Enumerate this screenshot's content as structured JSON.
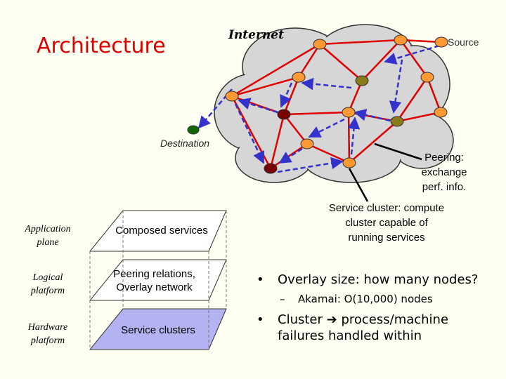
{
  "title": "Architecture",
  "cloud_label": "Internet",
  "source_label": "Source",
  "destination_label": "Destination",
  "peering_note": [
    "Peering:",
    "exchange",
    "perf. info."
  ],
  "cluster_note": [
    "Service cluster: compute",
    "cluster capable of",
    "running services"
  ],
  "layers": [
    {
      "side": "Application plane",
      "label": "Composed services",
      "fill": "#ffffff"
    },
    {
      "side": "Logical platform",
      "label": "Peering relations, Overlay network",
      "fill": "#ffffff"
    },
    {
      "side": "Hardware platform",
      "label": "Service clusters",
      "fill": "#b3b3f2"
    }
  ],
  "bullets": {
    "b1": "Overlay size: how many nodes?",
    "b1_sub": "Akamai: O(10,000) nodes",
    "b2_lead": "Cluster",
    "b2_rest": "process/machine",
    "b2_line2": "failures handled within"
  },
  "colors": {
    "title": "#dd0000",
    "overlay_edge": "#e00000",
    "path_arrow": "#3333cc",
    "node_orange": "#ff9933",
    "node_olive": "#8a7a1a",
    "node_dark_red": "#7a0000",
    "node_green": "#116600",
    "cloud_fill": "#d6d6d6"
  },
  "icons": [
    "arrow-right-icon"
  ]
}
